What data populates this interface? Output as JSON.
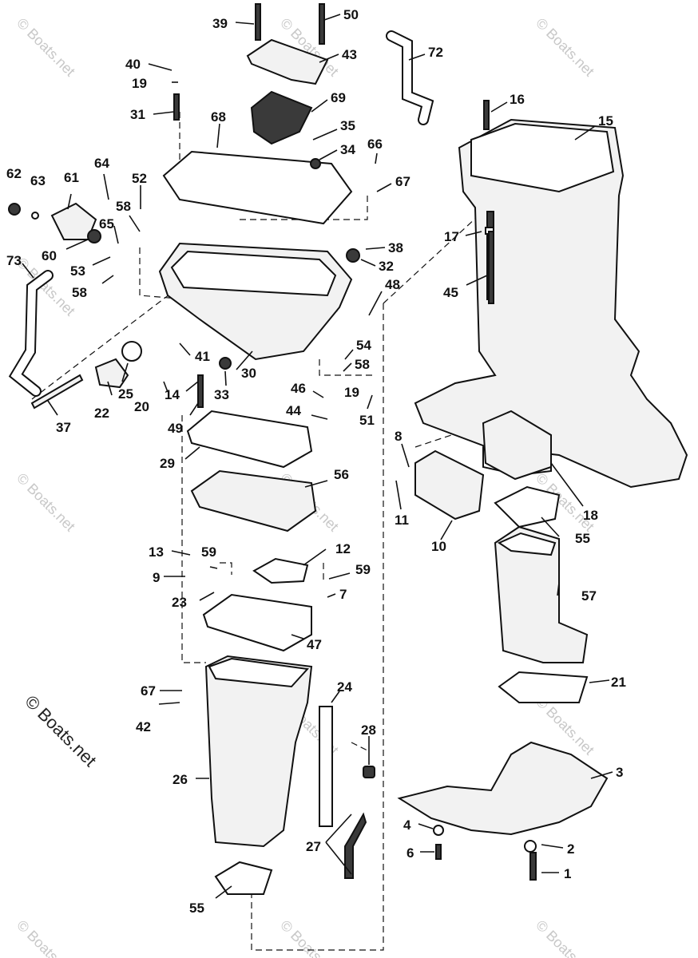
{
  "watermark": "© Boats.net",
  "callouts": {
    "c1": "1",
    "c2": "2",
    "c3": "3",
    "c4": "4",
    "c6": "6",
    "c7": "7",
    "c8": "8",
    "c9": "9",
    "c10": "10",
    "c11": "11",
    "c12": "12",
    "c13": "13",
    "c14": "14",
    "c15": "15",
    "c16": "16",
    "c17": "17",
    "c18": "18",
    "c19a": "19",
    "c19b": "19",
    "c20": "20",
    "c21": "21",
    "c22": "22",
    "c23": "23",
    "c24": "24",
    "c25": "25",
    "c26": "26",
    "c27": "27",
    "c28": "28",
    "c29": "29",
    "c30": "30",
    "c31": "31",
    "c32": "32",
    "c33": "33",
    "c34": "34",
    "c35": "35",
    "c37": "37",
    "c38": "38",
    "c39": "39",
    "c40": "40",
    "c41": "41",
    "c42": "42",
    "c43": "43",
    "c44": "44",
    "c45": "45",
    "c46": "46",
    "c47": "47",
    "c48": "48",
    "c49": "49",
    "c50": "50",
    "c51": "51",
    "c52": "52",
    "c53": "53",
    "c54": "54",
    "c55a": "55",
    "c55b": "55",
    "c56": "56",
    "c57": "57",
    "c58a": "58",
    "c58b": "58",
    "c58c": "58",
    "c59a": "59",
    "c59b": "59",
    "c60": "60",
    "c61": "61",
    "c62": "62",
    "c63": "63",
    "c64": "64",
    "c65": "65",
    "c66": "66",
    "c67a": "67",
    "c67b": "67",
    "c68": "68",
    "c69": "69",
    "c72": "72",
    "c73": "73"
  }
}
